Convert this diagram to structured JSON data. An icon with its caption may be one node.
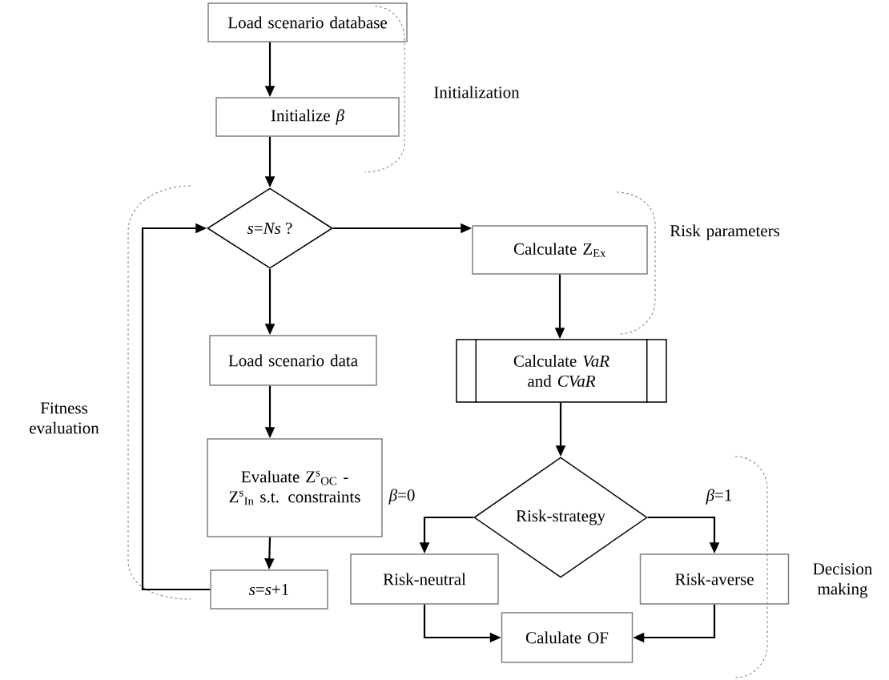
{
  "diagram": {
    "nodes": [
      {
        "text": [
          "Load scenario database"
        ]
      },
      {
        "text": [
          "Initialize *β*"
        ]
      },
      {
        "text": [
          "*s*=*Ns* ?"
        ]
      },
      {
        "text": [
          "Calculate Z$_{Ex}$"
        ]
      },
      {
        "text": [
          "Calculate *VaR* and *CVaR*"
        ]
      },
      {
        "text": [
          "Load scenario data"
        ]
      },
      {
        "text": [
          "Evaluate Z$^{s}$$_{OC}$ - Z$^{s}$$_{In}$ s.t. constraints"
        ]
      },
      {
        "text": [
          "*s*=*s*+1"
        ]
      },
      {
        "text": [
          "Risk-strategy"
        ]
      },
      {
        "text": [
          "Risk-neutral"
        ]
      },
      {
        "text": [
          "Risk-averse"
        ]
      },
      {
        "text": [
          "Calulate OF"
        ]
      }
    ],
    "edges": [
      {
        "from": 0,
        "to": 1,
        "arrow": "to"
      },
      {
        "from": 1,
        "to": 2,
        "arrow": "to"
      },
      {
        "from": 2,
        "to": 3,
        "arrow": "to"
      },
      {
        "from": 2,
        "to": 5,
        "arrow": "to"
      },
      {
        "from": 5,
        "to": 6,
        "arrow": "to"
      },
      {
        "from": 6,
        "to": 7,
        "arrow": "to"
      },
      {
        "from": 7,
        "to": 2,
        "arrow": "to"
      },
      {
        "from": 3,
        "to": 4,
        "arrow": "to"
      },
      {
        "from": 4,
        "to": 8,
        "arrow": "to"
      },
      {
        "from": 8,
        "to": 9,
        "arrow": "to",
        "label": "*β*=0"
      },
      {
        "from": 8,
        "to": 10,
        "arrow": "to",
        "label": "*β*=1"
      },
      {
        "from": 9,
        "to": 11,
        "arrow": "to"
      },
      {
        "from": 10,
        "to": 11,
        "arrow": "to"
      }
    ],
    "labels": [
      "Initialization",
      "Risk parameters",
      "Fitness evaluation",
      "Decision making"
    ]
  }
}
